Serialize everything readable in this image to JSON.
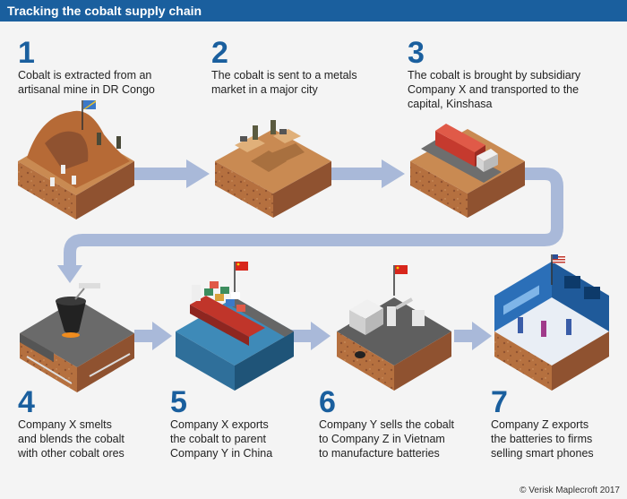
{
  "title": "Tracking the cobalt supply chain",
  "steps": [
    {
      "num": "1",
      "lines": [
        "Cobalt is extracted from an",
        "artisanal mine in DR Congo"
      ]
    },
    {
      "num": "2",
      "lines": [
        "The cobalt is sent to a metals",
        "market in a major city"
      ]
    },
    {
      "num": "3",
      "lines": [
        "The cobalt is brought by subsidiary",
        "Company X and transported to the",
        "capital, Kinshasa"
      ]
    },
    {
      "num": "4",
      "lines": [
        "Company X smelts",
        "and blends the cobalt",
        "with other cobalt ores"
      ]
    },
    {
      "num": "5",
      "lines": [
        "Company X exports",
        "the cobalt to parent",
        "Company Y in China"
      ]
    },
    {
      "num": "6",
      "lines": [
        "Company Y sells the cobalt",
        "to Company Z in Vietnam",
        "to manufacture batteries"
      ]
    },
    {
      "num": "7",
      "lines": [
        "Company Z exports",
        "the batteries to firms",
        "selling smart phones"
      ]
    }
  ],
  "credit": "© Verisk Maplecroft 2017",
  "colors": {
    "header": "#1a5f9e",
    "number": "#1a5f9e",
    "arrow": "#a9b9d9",
    "soil": "#b5703f",
    "soil_dark": "#8f5230",
    "ground": "#c98a52",
    "water": "#2f6f9a"
  }
}
